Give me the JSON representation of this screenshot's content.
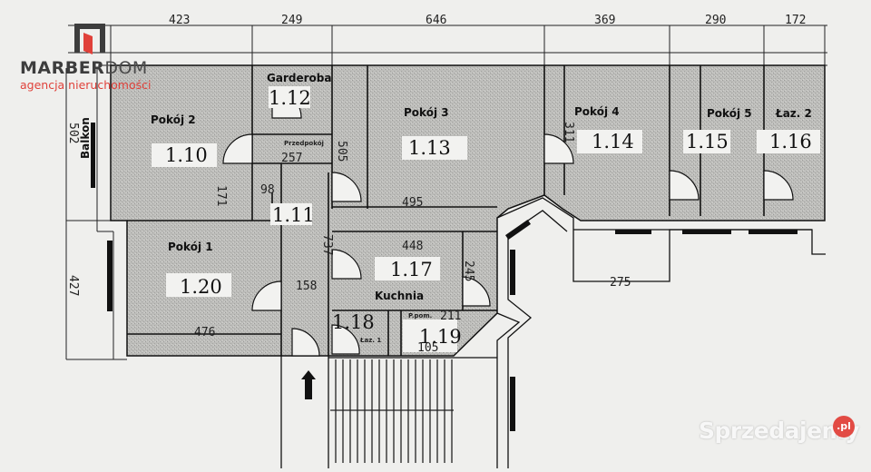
{
  "logo": {
    "brand_bold": "MARBER",
    "brand_light": "DOM",
    "tagline": "agencja nieruchomości",
    "colors": {
      "dark": "#3d3d3d",
      "accent": "#e0413a"
    }
  },
  "watermark": {
    "text": "Sprzedajemy",
    "badge": ".pl",
    "badge_color": "#e24b44"
  },
  "floorplan": {
    "top_dimensions": [
      "423",
      "249",
      "646",
      "369",
      "290",
      "172"
    ],
    "side_dimensions": [
      "502",
      "427"
    ],
    "inner_dimensions": {
      "przedpokoj_width": "257",
      "pokoj2_height": "171",
      "passage": "98",
      "pokoj3_height": "505",
      "pokoj3_width": "495",
      "pokoj4_height": "311",
      "corridor_length": "737",
      "kitchen_width": "448",
      "kitchen_height": "245",
      "passage_158": "158",
      "pokoj1_width": "476",
      "pomieszczenie_width": "211",
      "lazienka_width": "105",
      "balcony_width": "275"
    },
    "rooms": [
      {
        "name": "Pokój 2",
        "number": "1.10"
      },
      {
        "name": "Garderoba",
        "number": "1.12"
      },
      {
        "name": "Przedpokój",
        "number": "1.11"
      },
      {
        "name": "Pokój 3",
        "number": "1.13"
      },
      {
        "name": "Pokój 4",
        "number": "1.14"
      },
      {
        "name": "Pokój 5",
        "number": "1.15"
      },
      {
        "name": "Łaz. 2",
        "number": "1.16"
      },
      {
        "name": "Pokój 1",
        "number": "1.20"
      },
      {
        "name": "Kuchnia",
        "number": "1.17"
      },
      {
        "name": "Łaz. 1",
        "number": "1.18"
      },
      {
        "name": "P.pom.",
        "number": "1.19"
      }
    ],
    "balcony_label": "Balkon",
    "wall_color": "#111111",
    "fill_color": "#b9b9b6"
  }
}
